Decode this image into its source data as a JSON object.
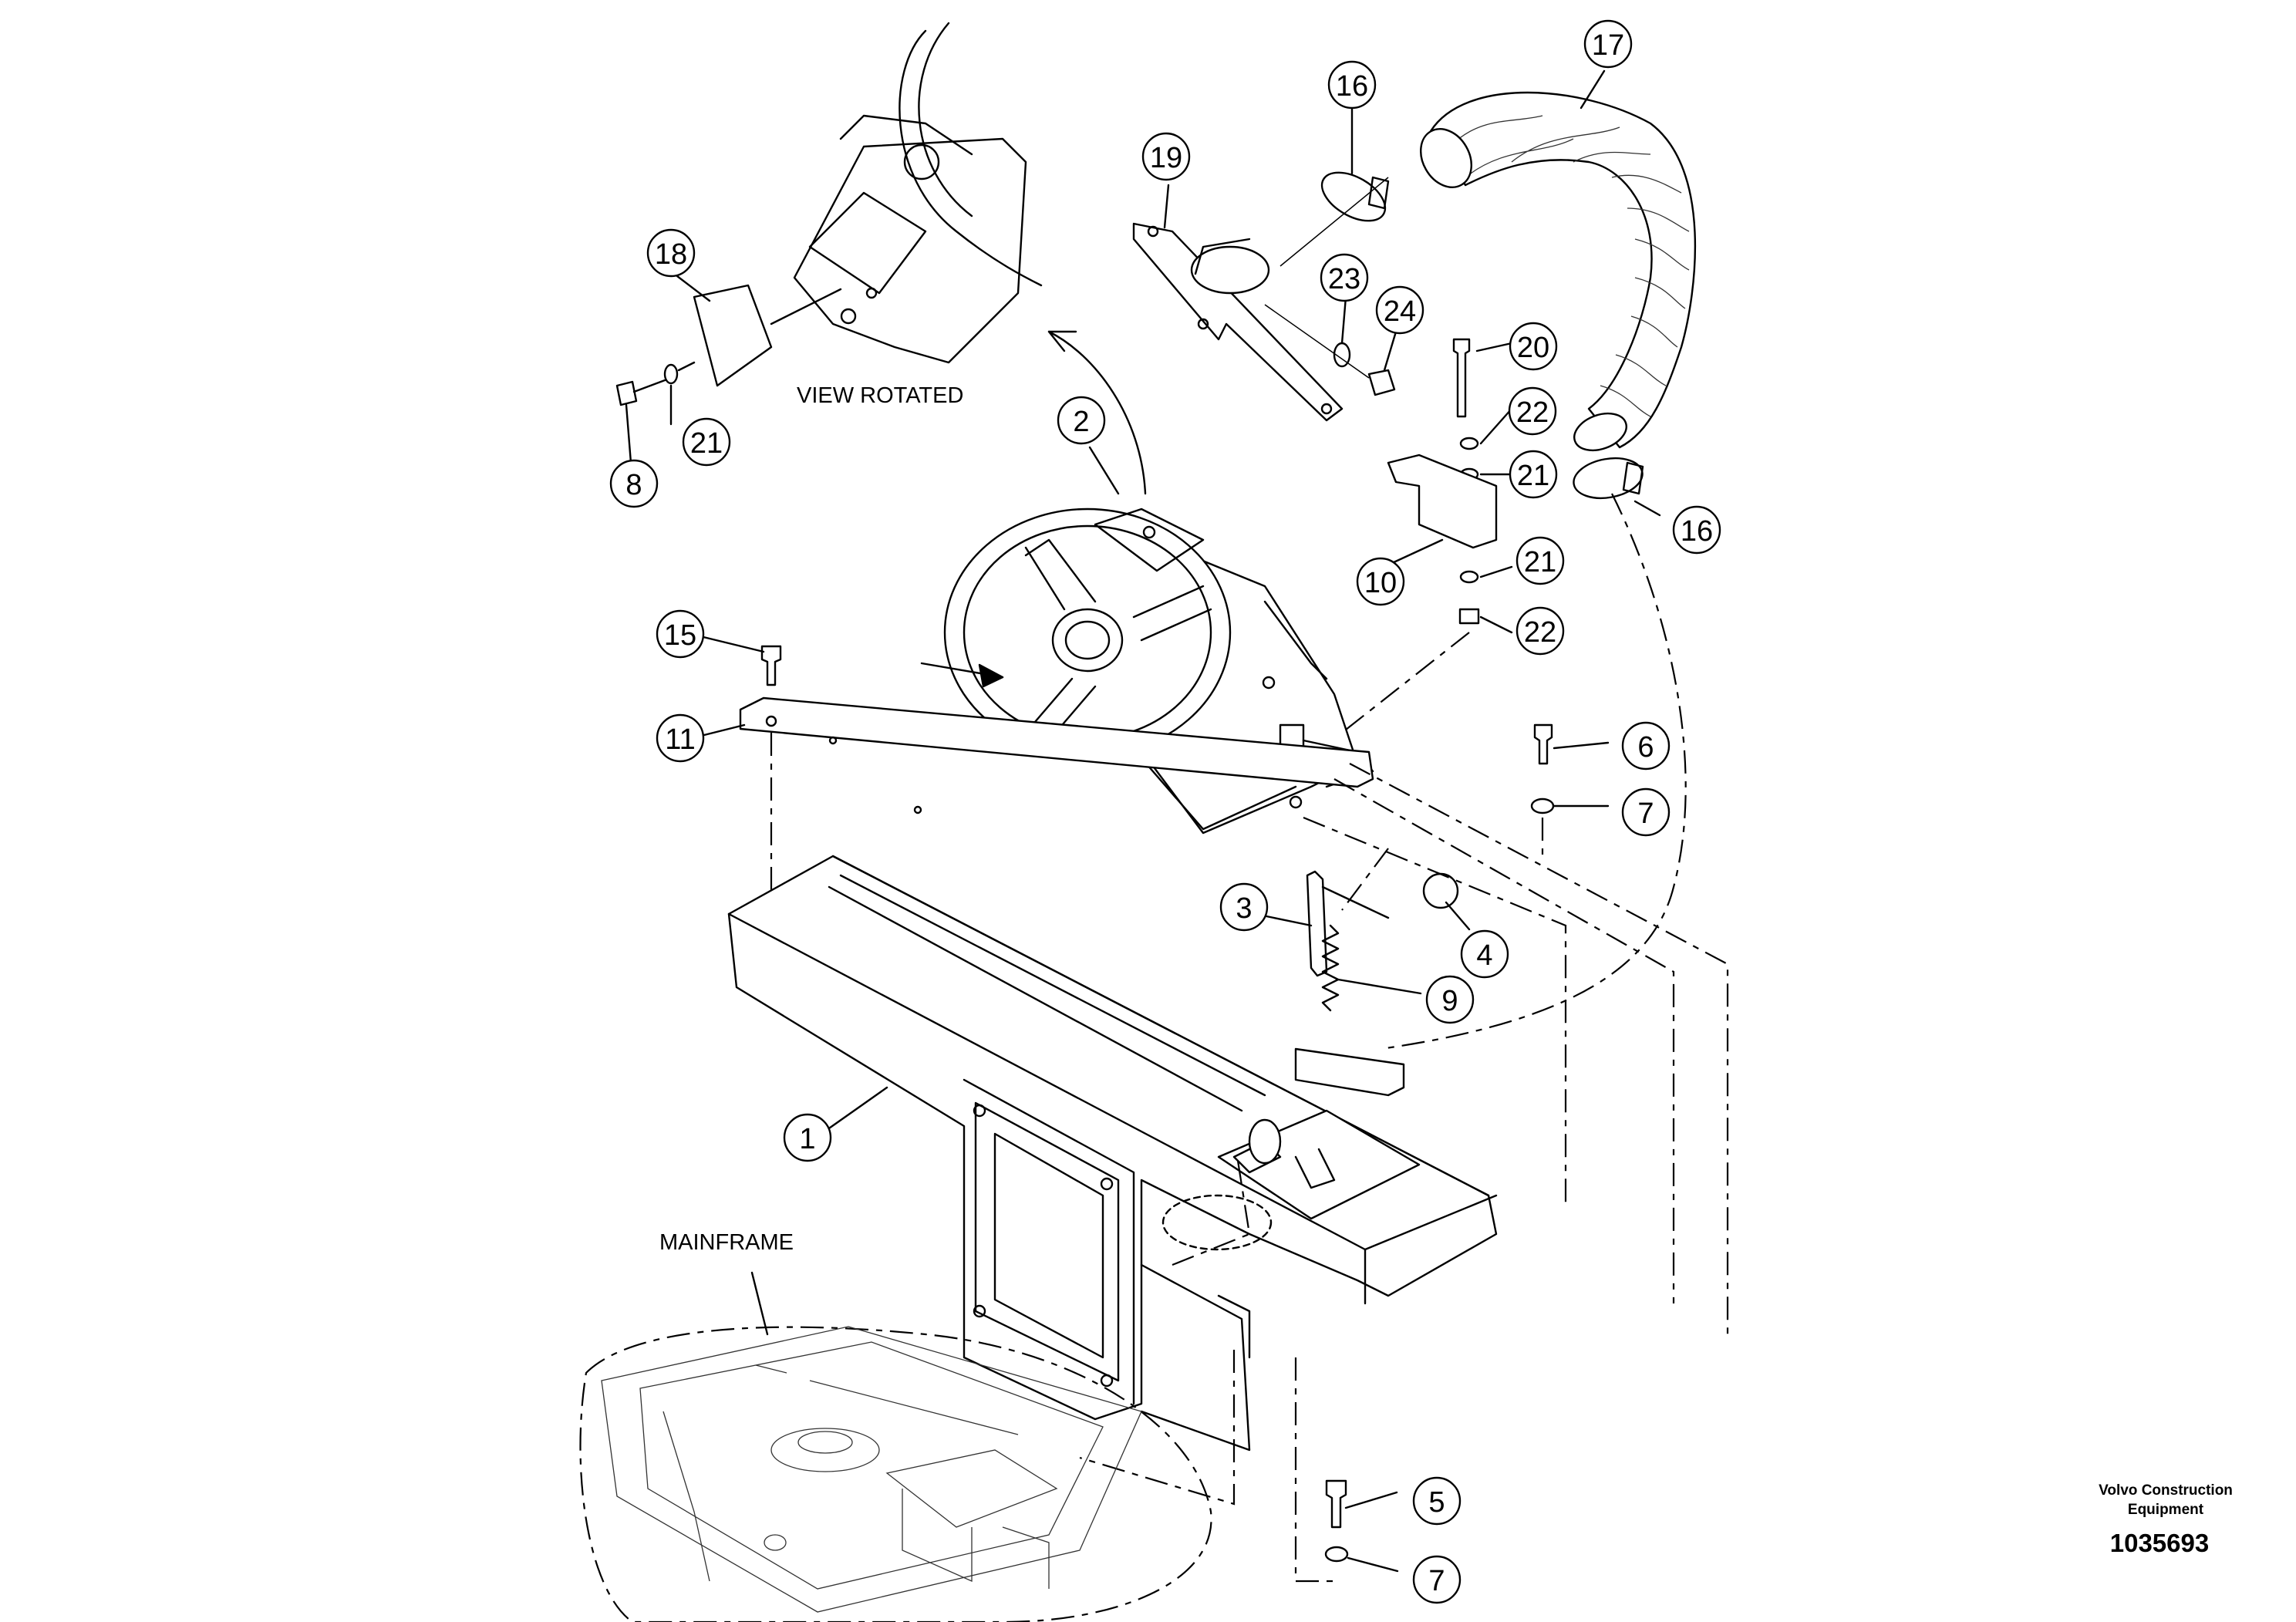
{
  "labels": {
    "view_rotated": "VIEW ROTATED",
    "mainframe": "MAINFRAME",
    "brand_line1": "Volvo Construction",
    "brand_line2": "Equipment",
    "doc_number": "1035693"
  },
  "callouts": [
    "1",
    "2",
    "3",
    "4",
    "5",
    "6",
    "7",
    "7",
    "8",
    "9",
    "10",
    "11",
    "15",
    "16",
    "16",
    "17",
    "18",
    "19",
    "20",
    "21",
    "21",
    "21",
    "22",
    "22",
    "23",
    "24"
  ],
  "colors": {
    "line": "#000000",
    "background": "#ffffff"
  }
}
